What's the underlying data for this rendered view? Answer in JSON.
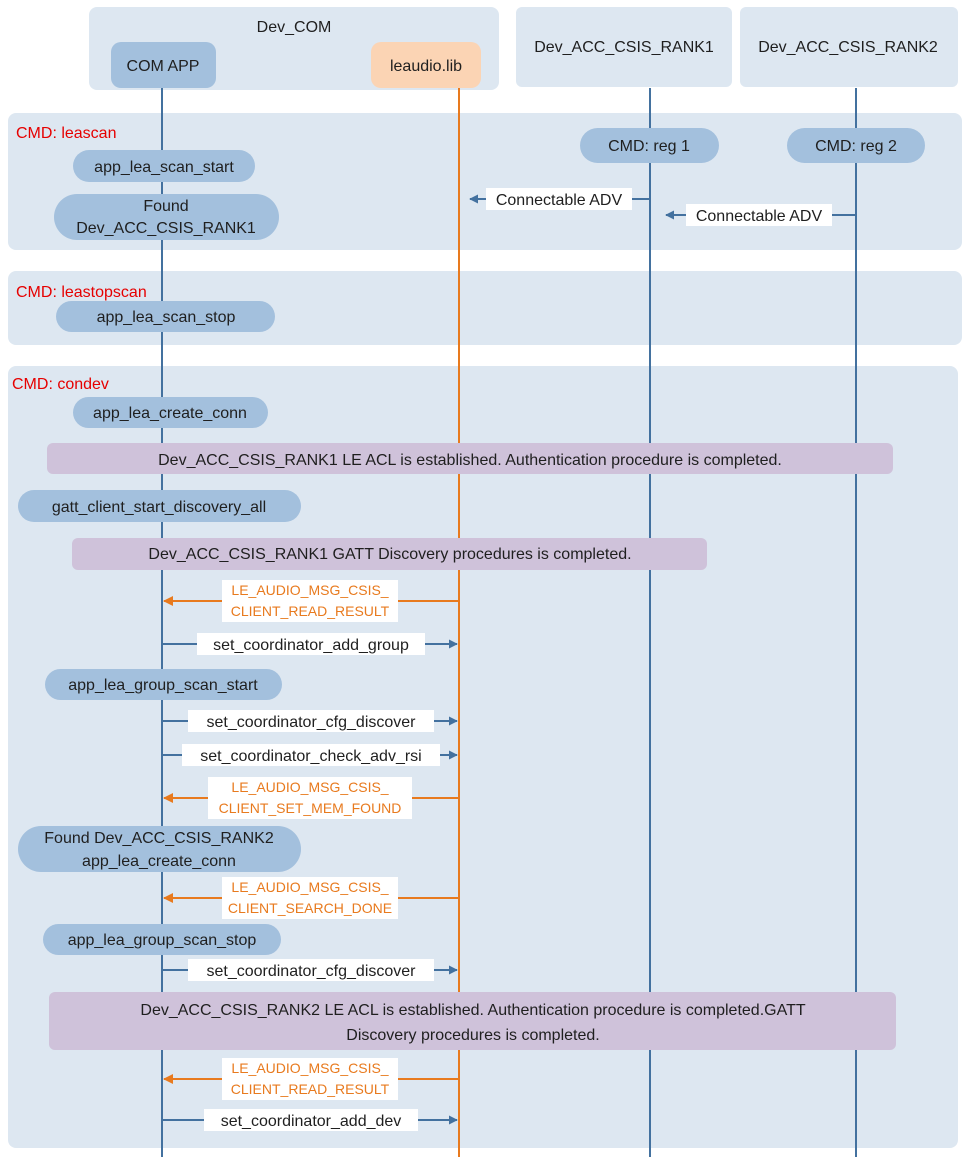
{
  "participants": {
    "dev_com": "Dev_COM",
    "com_app": "COM APP",
    "leaudio_lib": "leaudio.lib",
    "rank1": "Dev_ACC_CSIS_RANK1",
    "rank2": "Dev_ACC_CSIS_RANK2"
  },
  "sections": {
    "leascan": "CMD: leascan",
    "leastopscan": "CMD: leastopscan",
    "condev": "CMD: condev"
  },
  "pills": {
    "reg1": "CMD: reg 1",
    "reg2": "CMD: reg 2",
    "scan_start": "app_lea_scan_start",
    "found_rank1_l1": "Found",
    "found_rank1_l2": "Dev_ACC_CSIS_RANK1",
    "scan_stop": "app_lea_scan_stop",
    "create_conn": "app_lea_create_conn",
    "discovery_all": "gatt_client_start_discovery_all",
    "group_scan_start": "app_lea_group_scan_start",
    "found_rank2_l1": "Found Dev_ACC_CSIS_RANK2",
    "found_rank2_l2": "app_lea_create_conn",
    "group_scan_stop": "app_lea_group_scan_stop"
  },
  "notes": {
    "acl_rank1": "Dev_ACC_CSIS_RANK1 LE ACL is established. Authentication procedure is completed.",
    "gatt_rank1": "Dev_ACC_CSIS_RANK1 GATT Discovery procedures is completed.",
    "rank2_l1": "Dev_ACC_CSIS_RANK2 LE ACL is established. Authentication procedure is completed.GATT",
    "rank2_l2": "Discovery procedures is completed."
  },
  "messages": {
    "adv1": "Connectable ADV",
    "adv2": "Connectable ADV",
    "read_result_1_l1": "LE_AUDIO_MSG_CSIS_",
    "read_result_1_l2": "CLIENT_READ_RESULT",
    "add_group": "set_coordinator_add_group",
    "cfg_discover_1": "set_coordinator_cfg_discover",
    "check_adv_rsi": "set_coordinator_check_adv_rsi",
    "mem_found_l1": "LE_AUDIO_MSG_CSIS_",
    "mem_found_l2": "CLIENT_SET_MEM_FOUND",
    "search_done_l1": "LE_AUDIO_MSG_CSIS_",
    "search_done_l2": "CLIENT_SEARCH_DONE",
    "cfg_discover_2": "set_coordinator_cfg_discover",
    "read_result_2_l1": "LE_AUDIO_MSG_CSIS_",
    "read_result_2_l2": "CLIENT_READ_RESULT",
    "add_dev": "set_coordinator_add_dev"
  },
  "colors": {
    "panel": "#dde7f1",
    "pill": "#a3c0dd",
    "lifeline": "#43719f",
    "lib_lifeline": "#e87a1e",
    "lib_box": "#fbd4b4",
    "note": "#cfc2da",
    "section_label": "#e60000",
    "orange_text": "#e87a1e"
  }
}
